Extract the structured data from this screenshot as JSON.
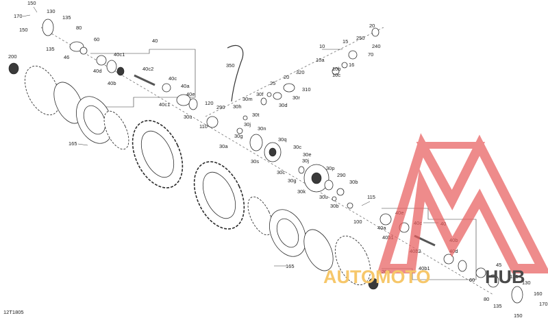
{
  "figure_code": "12T1805",
  "labels": [
    "150",
    "170",
    "130",
    "135",
    "150",
    "80",
    "135",
    "60",
    "46",
    "40",
    "40c1",
    "40d",
    "40b",
    "40c2",
    "40c",
    "40a",
    "40e",
    "40c1",
    "120",
    "110",
    "30u",
    "290",
    "350",
    "30m",
    "30f",
    "30h",
    "30t",
    "25",
    "30d",
    "20",
    "310",
    "30r",
    "320",
    "10",
    "10a",
    "10b",
    "10c",
    "16",
    "15",
    "250",
    "240",
    "70",
    "20",
    "200",
    "165",
    "30j",
    "30n",
    "30g",
    "30a",
    "30s",
    "30q",
    "30c",
    "30e",
    "30g",
    "30j",
    "30k",
    "30p",
    "290",
    "30b",
    "30u",
    "30b",
    "115",
    "100",
    "40e",
    "40a",
    "40c",
    "40b1",
    "40b2",
    "40",
    "40b",
    "40d",
    "40b1",
    "60",
    "45",
    "130",
    "135",
    "160",
    "170",
    "150",
    "135",
    "80",
    "200",
    "165",
    "30c"
  ],
  "watermark": {
    "brand_left": "AUTOMOTO",
    "brand_right": "HUB",
    "left_color": "#f6c76a",
    "right_color": "#4a4a4a",
    "logo_color": "#e85f5f"
  }
}
